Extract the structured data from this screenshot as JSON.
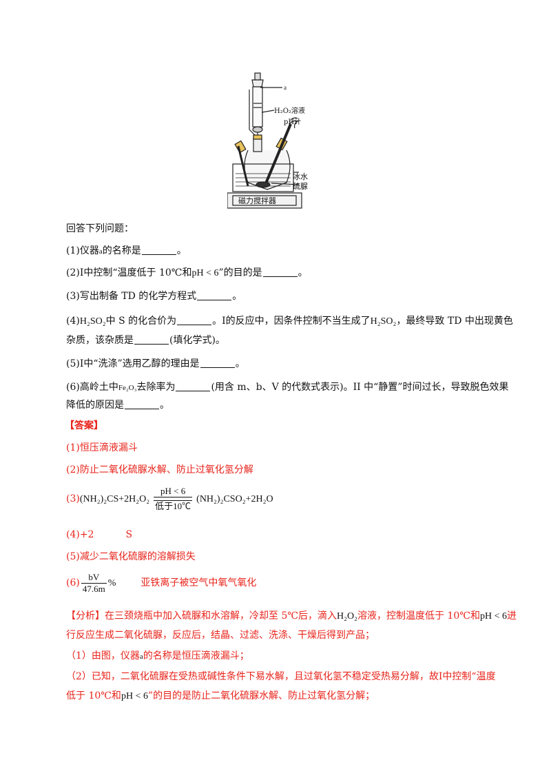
{
  "figure": {
    "label_a": "a",
    "label_h2o2": "H₂O₂溶液",
    "label_ph": "pH计",
    "label_ice": "冰水",
    "label_thiourea": "硫脲",
    "label_stirrer": "磁力搅拌器"
  },
  "intro": "回答下列问题：",
  "q1": {
    "prefix": "(1)仪器",
    "var": "a",
    "suffix": "的名称是",
    "end": "。"
  },
  "q2": {
    "prefix": "(2)Ⅰ中控制“温度低于 10℃和",
    "ph": "pH < 6",
    "suffix": "”的目的是",
    "end": "。"
  },
  "q3": {
    "text": "(3)写出制备 TD 的化学方程式",
    "end": "。"
  },
  "q4": {
    "l1_a": "(4)",
    "formula": "H₂SO₂",
    "l1_b": "中 S 的化合价为",
    "l1_c": "。Ⅰ的反应中，因条件控制不当生成了",
    "formula2": "H₂SO₂",
    "l1_d": "，最终导致 TD 中出现黄色",
    "l2_a": "杂质，该杂质是",
    "l2_b": "(填化学式)。"
  },
  "q5": {
    "text": "(5)Ⅰ中“洗涤”选用乙醇的理由是",
    "end": "。"
  },
  "q6": {
    "l1_a": "(6)高岭土中",
    "formula": "Fe₂O₃",
    "l1_b": "去除率为",
    "l1_c": "(用含 m、b、V 的代数式表示)。II 中“静置”时间过长，导致脱色效果",
    "l2_a": "降低的原因是",
    "l2_b": "。"
  },
  "answer_heading": "【答案】",
  "answers": {
    "a1": "(1)恒压滴液漏斗",
    "a2": "(2)防止二氧化硫脲水解、防止过氧化氢分解",
    "a3_prefix": "(3)",
    "a3_lhs": "(NH₂)₂CS+2H₂O₂",
    "a3_cond_top": "pH < 6",
    "a3_cond_bot": "低于10℃",
    "a3_rhs": "(NH₂)₂CSO₂+2H₂O",
    "a4_a": "(4)+2",
    "a4_b": "S",
    "a5": "(5)减少二氧化硫脲的溶解损失",
    "a6_prefix": "(6)",
    "a6_num": "bV",
    "a6_den": "47.6m",
    "a6_pct": "%",
    "a6_b": "亚铁离子被空气中氧气氧化"
  },
  "analysis": {
    "l1_a": "【分析】在三颈烧瓶中加入硫脲和水溶解，冷却至 5℃后，滴入",
    "l1_formula": "H₂O₂",
    "l1_b": "溶液，控制温度低于 10℃和",
    "l1_ph": "pH < 6",
    "l1_c": "进",
    "l2": "行反应生成二氧化硫脲，反应后，结晶、过滤、洗涤、干燥后得到产品；",
    "l3_a": "（1）由图，仪器",
    "l3_var": "a",
    "l3_b": "的名称是恒压滴液漏斗；",
    "l4": "（2）已知，二氧化硫脲在受热或碱性条件下易水解，且过氧化氢不稳定受热易分解，故Ⅰ中控制“温度",
    "l5_a": "低于 10℃和",
    "l5_ph": "pH < 6",
    "l5_b": "”的目的是防止二氧化硫脲水解、防止过氧化氢分解；"
  }
}
